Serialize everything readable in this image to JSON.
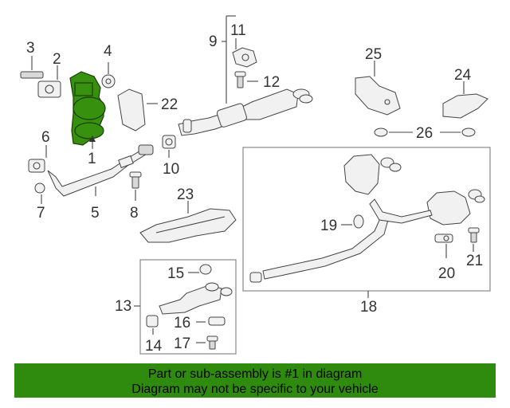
{
  "callouts": {
    "c1": "1",
    "c2": "2",
    "c3": "3",
    "c4": "4",
    "c5": "5",
    "c6": "6",
    "c7": "7",
    "c8": "8",
    "c9": "9",
    "c10": "10",
    "c11": "11",
    "c12": "12",
    "c13": "13",
    "c14": "14",
    "c15": "15",
    "c16": "16",
    "c17": "17",
    "c18": "18",
    "c19": "19",
    "c20": "20",
    "c21": "21",
    "c22": "22",
    "c23": "23",
    "c24": "24",
    "c25": "25",
    "c26": "26"
  },
  "highlight_color": "#38900f",
  "footer": {
    "line1": "Part or sub-assembly is #1 in diagram",
    "line2": "Diagram may not be specific to your vehicle",
    "background": "#2e8b0e"
  }
}
